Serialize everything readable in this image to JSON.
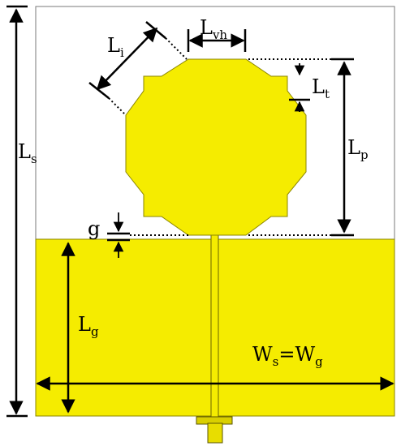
{
  "colors": {
    "metal": "#f5ec00",
    "metal_edge": "#8a8400",
    "line": "#000000",
    "substrate_border": "#7a7a7a"
  },
  "labels": {
    "Ls": {
      "main": "L",
      "sub": "s"
    },
    "Lg": {
      "main": "L",
      "sub": "g"
    },
    "Li": {
      "main": "L",
      "sub": "i"
    },
    "Lvh": {
      "main": "L",
      "sub": "vh"
    },
    "Lt": {
      "main": "L",
      "sub": "t"
    },
    "Lp": {
      "main": "L",
      "sub": "p"
    },
    "g": {
      "main": "g"
    },
    "WsWg": {
      "w1": "W",
      "s1": "s",
      "eq": "=",
      "w2": "W",
      "s2": "g"
    }
  }
}
